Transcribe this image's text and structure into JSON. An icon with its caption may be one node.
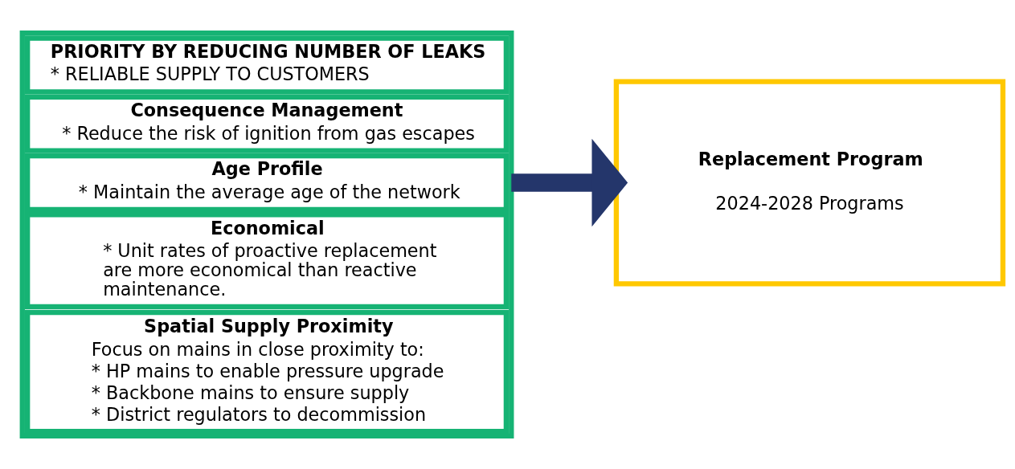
{
  "diagram": {
    "nodes": [
      {
        "text": [],
        "shape": "box"
      },
      {
        "text": [
          "PRIORITY BY REDUCING NUMBER OF LEAKS",
          "* RELIABLE SUPPLY TO CUSTOMERS"
        ],
        "in": 0
      },
      {
        "text": [
          "Consequence Management",
          "* Reduce the risk of ignition from gas escapes"
        ],
        "in": 0
      },
      {
        "text": [
          "Age Profile",
          "* Maintain the average age of the network"
        ],
        "in": 0
      },
      {
        "text": [
          "Economical",
          "* Unit rates of proactive replacement are more economical than reactive maintenance."
        ],
        "in": 0
      },
      {
        "text": [
          "Spatial Supply Proximity",
          "Focus on mains in close proximity to:",
          "* HP mains to enable pressure upgrade",
          "* Backbone mains to ensure supply",
          "* District regulators to decommission"
        ],
        "in": 0
      },
      {
        "text": [
          "Replacement Program",
          "2024-2028 Programs"
        ]
      }
    ],
    "edges": [
      {
        "from": 0,
        "to": 6,
        "arrow": "to",
        "color": "#24366b"
      }
    ]
  }
}
